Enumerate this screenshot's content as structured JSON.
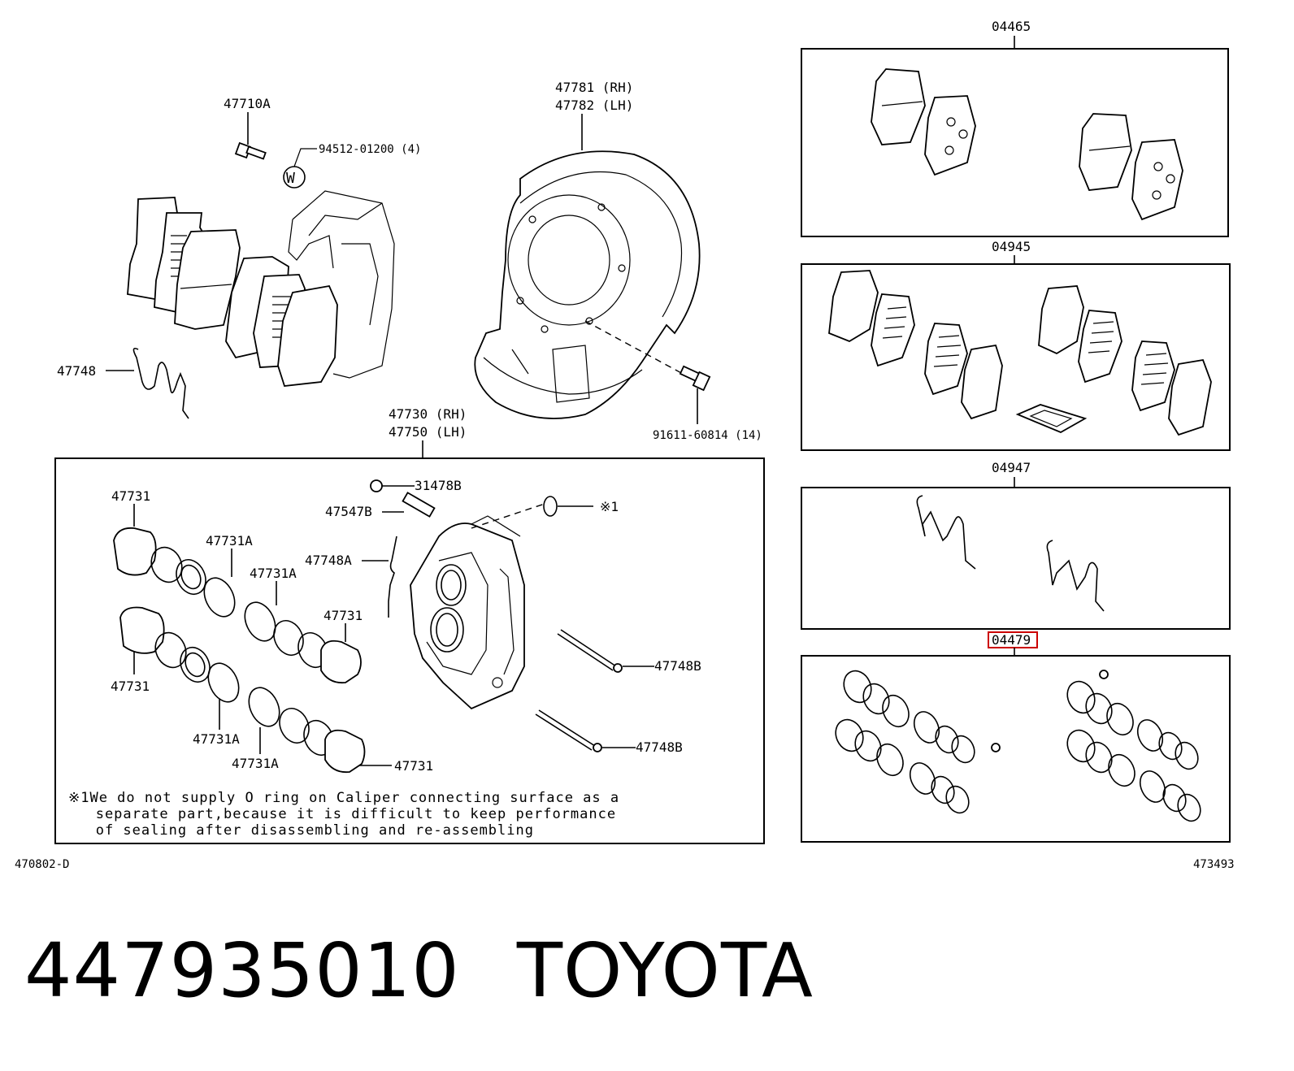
{
  "diagram": {
    "highlight_color": "#cc0000",
    "main": {
      "label_47710A": "47710A",
      "label_94512": "94512-01200 (4)",
      "washer_symbol": "W",
      "label_47748": "47748",
      "label_47781": "47781 (RH)",
      "label_47782": "47782 (LH)",
      "label_91611": "91611-60814 (14)",
      "label_47730": "47730 (RH)",
      "label_47750": "47750 (LH)"
    },
    "caliper_box": {
      "labels": {
        "p1": "47731",
        "p2": "47731A",
        "p3": "47731A",
        "p4": "47731",
        "p5": "47731",
        "p6": "47731A",
        "p7": "47731A",
        "p8": "47731",
        "p9": "31478B",
        "p10": "47547B",
        "p11": "47748A",
        "p12": "※1",
        "p13": "47748B",
        "p14": "47748B"
      },
      "note_lines": [
        "※1We do not supply O ring on Caliper connecting surface as a",
        "   separate part,because it is difficult to keep performance",
        "   of sealing after disassembling and re-assembling"
      ]
    },
    "kits": [
      {
        "code": "04465"
      },
      {
        "code": "04945"
      },
      {
        "code": "04947"
      },
      {
        "code": "04479",
        "highlighted": true
      }
    ],
    "ref_left": "470802-D",
    "ref_right": "473493"
  },
  "footer": {
    "part_number": "447935010",
    "brand": "TOYOTA"
  }
}
